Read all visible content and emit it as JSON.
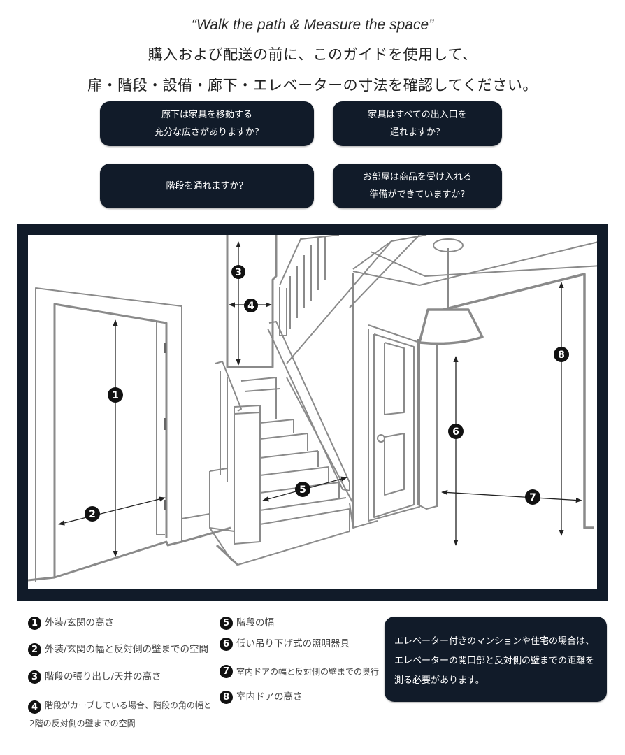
{
  "header": {
    "tagline": "“Walk the path & Measure the space”",
    "intro_line1": "購入および配送の前に、このガイドを使用して、",
    "intro_line2": "扉・階段・設備・廊下・エレベーターの寸法を確認してください。"
  },
  "questions": [
    {
      "line1": "廊下は家具を移動する",
      "line2": "充分な広さがありますか?"
    },
    {
      "line1": "家具はすべての出入口を",
      "line2": "通れますか？"
    },
    {
      "line1": "階段を通れますか？",
      "line2": ""
    },
    {
      "line1": "お部屋は商品を受け入れる",
      "line2": "準備ができていますか?"
    }
  ],
  "illustration": {
    "frame_color": "#111b29",
    "markers": [
      "1",
      "2",
      "3",
      "4",
      "5",
      "6",
      "7",
      "8"
    ]
  },
  "legend": [
    {
      "num": "1",
      "text": "外装/玄関の高さ"
    },
    {
      "num": "2",
      "text": "外装/玄関の幅と反対側の壁までの空間"
    },
    {
      "num": "3",
      "text": "階段の張り出し/天井の高さ"
    },
    {
      "num": "4",
      "text_line1": "階段がカーブしている場合、階段の角の幅と",
      "text_line2": "2階の反対側の壁までの空間"
    },
    {
      "num": "5",
      "text": "階段の幅"
    },
    {
      "num": "6",
      "text": "低い吊り下げ式の照明器具"
    },
    {
      "num": "7",
      "text": "室内ドアの幅と反対側の壁までの奥行"
    },
    {
      "num": "8",
      "text": "室内ドアの高さ"
    }
  ],
  "note": {
    "line1": "エレベーター付きのマンションや住宅の場合は、",
    "line2": "エレベーターの開口部と反対側の壁までの距離を",
    "line3": "測る必要があります。"
  },
  "colors": {
    "navy": "#111b29",
    "line_gray": "#8a8a8a",
    "text_gray": "#444444"
  }
}
